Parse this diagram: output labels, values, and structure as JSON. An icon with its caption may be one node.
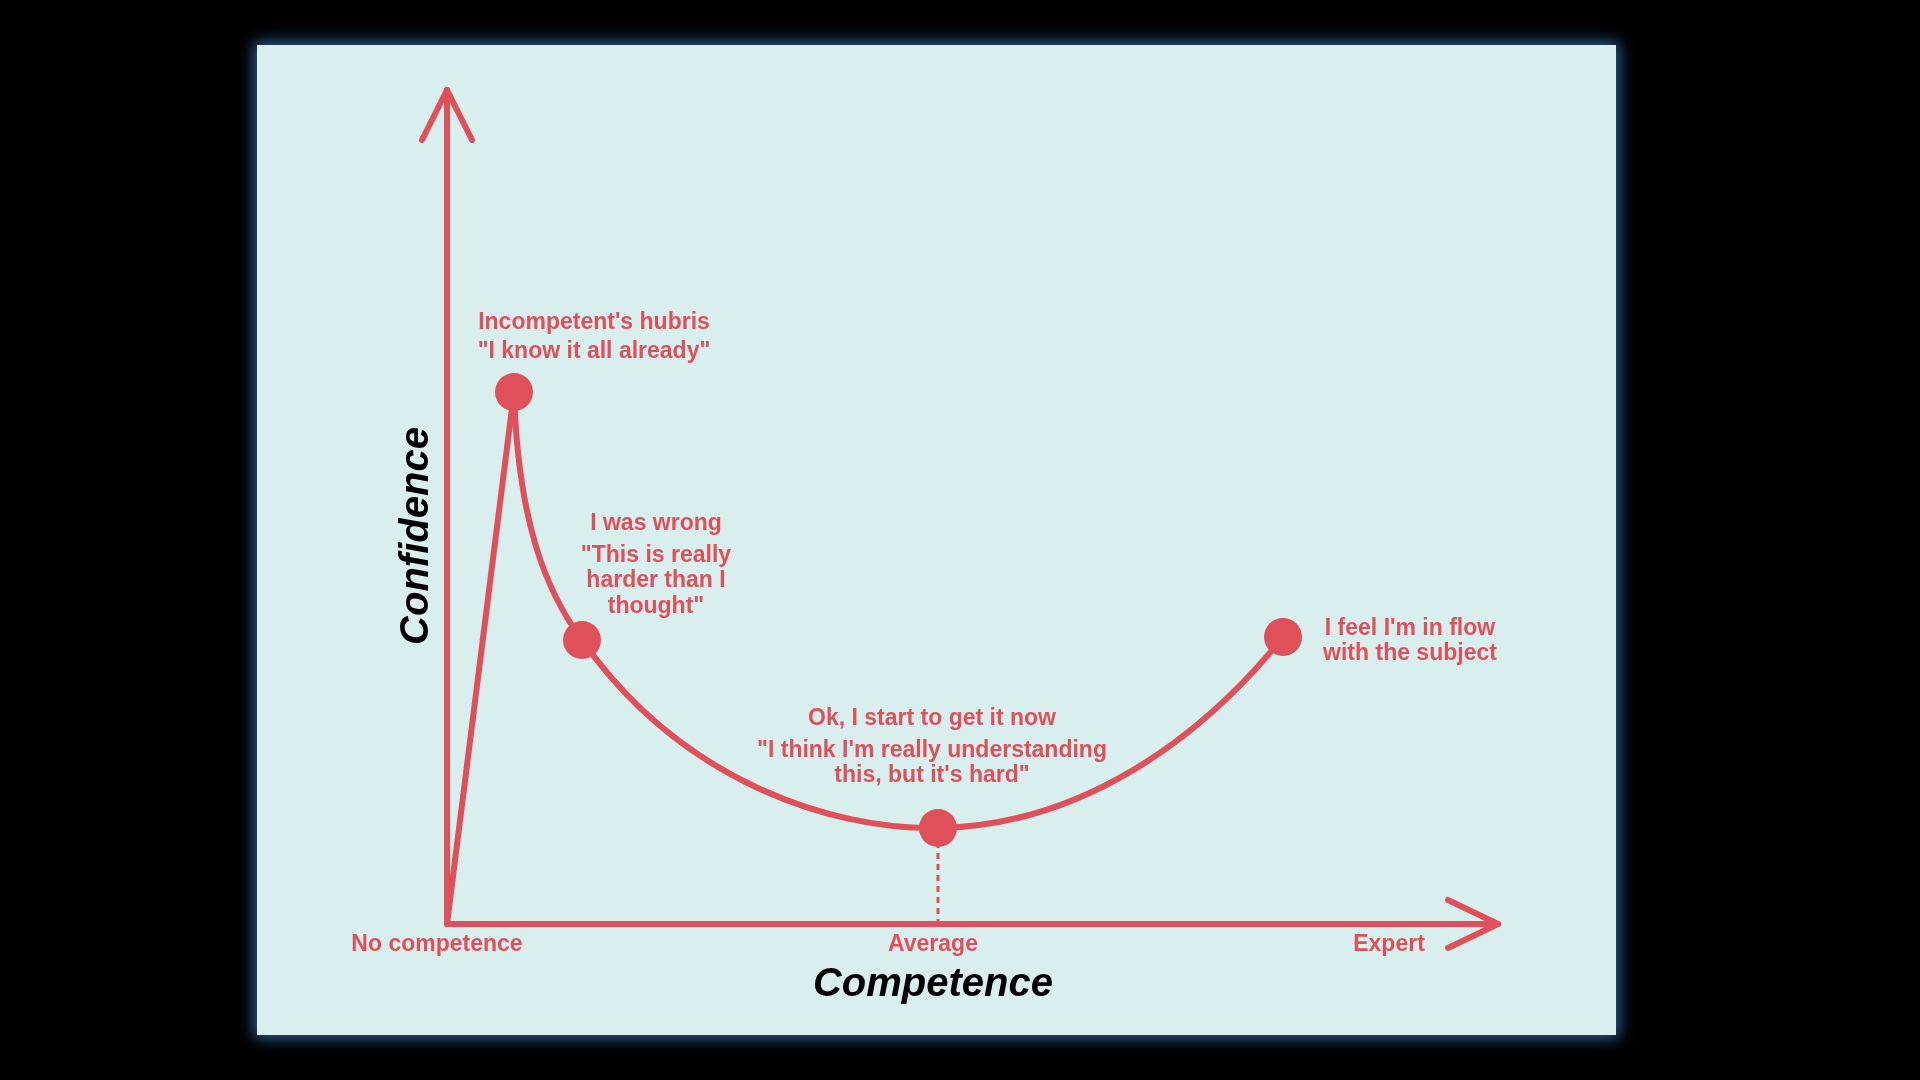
{
  "diagram": {
    "labels": [
      "Incompetent's hubris",
      "\"I know it all already\"",
      "I was wrong",
      "\"This is really harder than I thought\"",
      "Ok, I start to get it now",
      "\"I think I'm really understanding this, but it's hard\"",
      "I feel I'm in flow with the subject",
      "Confidence",
      "No competence",
      "Average",
      "Expert",
      "Competence"
    ]
  }
}
